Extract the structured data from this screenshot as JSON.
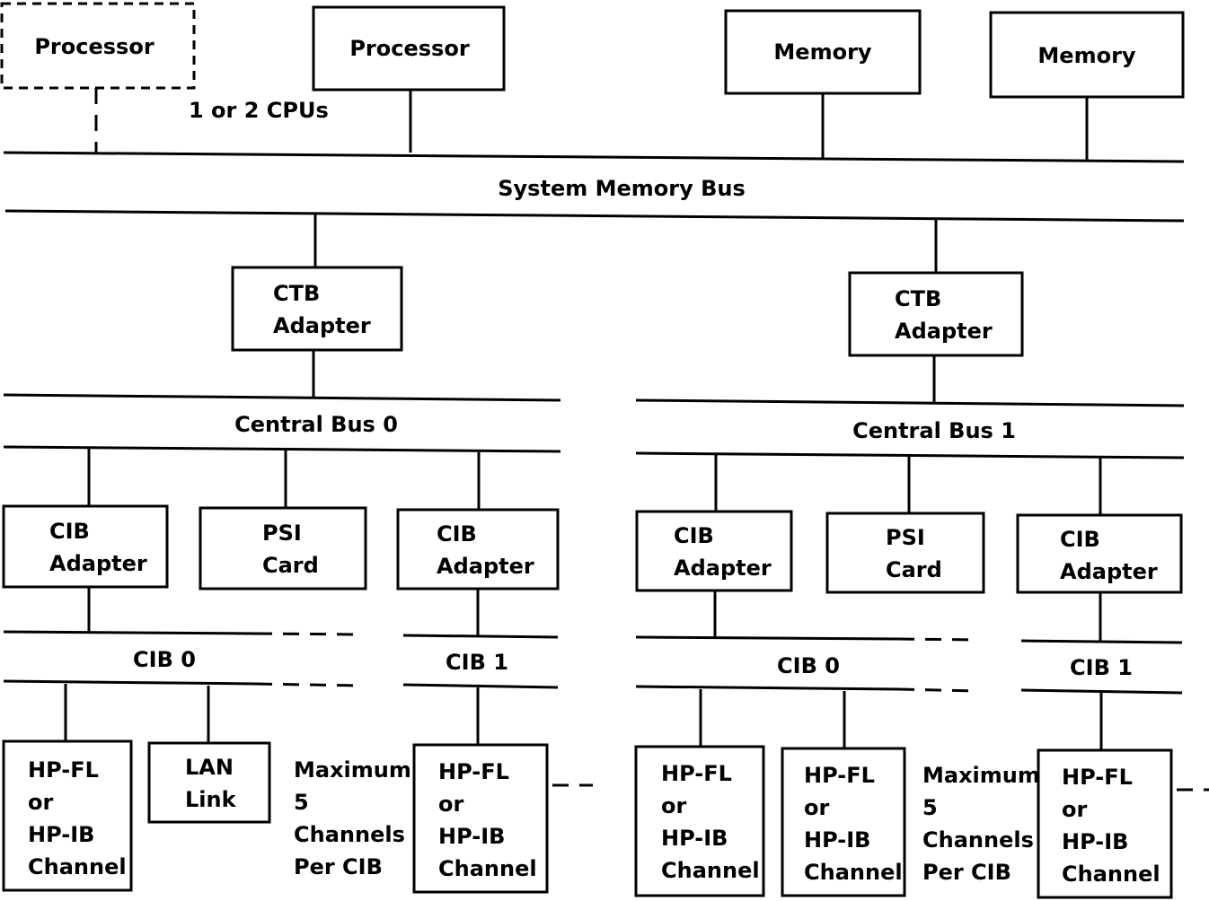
{
  "processors": {
    "optional_label": "Processor",
    "main_label": "Processor",
    "cpu_note": "1 or 2 CPUs"
  },
  "memory": {
    "left_label": "Memory",
    "right_label": "Memory"
  },
  "system_bus": {
    "label": "System Memory Bus"
  },
  "left": {
    "ctb_line1": "CTB",
    "ctb_line2": "Adapter",
    "central_bus": "Central Bus 0",
    "cib_a_line1": "CIB",
    "cib_a_line2": "Adapter",
    "psi_line1": "PSI",
    "psi_line2": "Card",
    "cib_b_line1": "CIB",
    "cib_b_line2": "Adapter",
    "cib0_label": "CIB 0",
    "cib1_label": "CIB 1",
    "ch1": [
      "HP-FL",
      "or",
      "HP-IB",
      "Channel"
    ],
    "lan": [
      "LAN",
      "Link"
    ],
    "max_note": [
      "Maximum",
      "5",
      "Channels",
      "Per CIB"
    ],
    "ch2": [
      "HP-FL",
      "or",
      "HP-IB",
      "Channel"
    ]
  },
  "right": {
    "ctb_line1": "CTB",
    "ctb_line2": "Adapter",
    "central_bus": "Central Bus 1",
    "cib_a_line1": "CIB",
    "cib_a_line2": "Adapter",
    "psi_line1": "PSI",
    "psi_line2": "Card",
    "cib_b_line1": "CIB",
    "cib_b_line2": "Adapter",
    "cib0_label": "CIB 0",
    "cib1_label": "CIB 1",
    "ch1": [
      "HP-FL",
      "or",
      "HP-IB",
      "Channel"
    ],
    "ch2": [
      "HP-FL",
      "or",
      "HP-IB",
      "Channel"
    ],
    "max_note": [
      "Maximum",
      "5",
      "Channels",
      "Per CIB"
    ],
    "ch3": [
      "HP-FL",
      "or",
      "HP-IB",
      "Channel"
    ]
  }
}
